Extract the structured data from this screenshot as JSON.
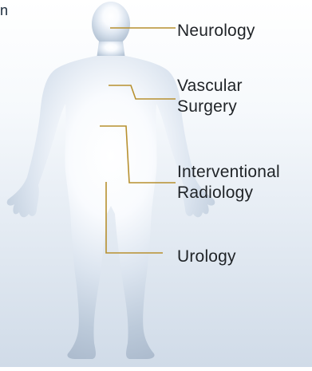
{
  "corner_text": "n",
  "figure": {
    "name": "human body silhouette",
    "colors": {
      "body_edge": "#a9b8cb",
      "body_glow": "#ffffff",
      "leader_line": "#b7902f",
      "label_text": "#1f2327"
    }
  },
  "labels": [
    {
      "id": "neurology",
      "lines": [
        "Neurology"
      ]
    },
    {
      "id": "vascular-surgery",
      "lines": [
        "Vascular",
        "Surgery"
      ]
    },
    {
      "id": "interventional-radiology",
      "lines": [
        "Interventional",
        "Radiology"
      ]
    },
    {
      "id": "urology",
      "lines": [
        "Urology"
      ]
    }
  ]
}
